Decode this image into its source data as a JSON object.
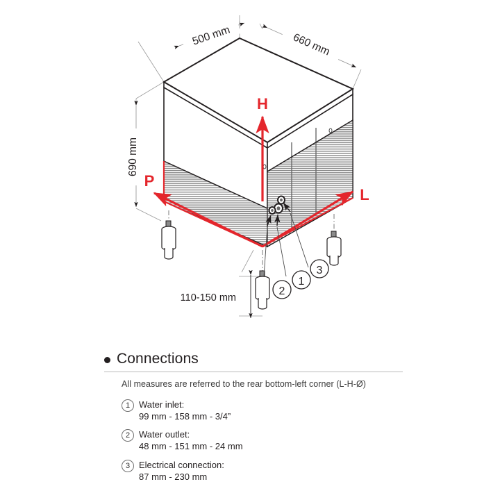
{
  "document": {
    "type": "technical-dimension-drawing",
    "subject": "ice machine isometric view with connection points"
  },
  "colors": {
    "axis_red": "#e4262c",
    "line_black": "#231f20",
    "dimension_gray": "#8a8a8a",
    "rule_gray": "#b9b9b9"
  },
  "dimensions": {
    "depth": "500 mm",
    "width": "660 mm",
    "height": "690 mm",
    "feet_clearance": "110-150 mm"
  },
  "axes": {
    "height_label": "H",
    "length_label": "L",
    "depth_label": "P"
  },
  "callouts": [
    {
      "number": "1"
    },
    {
      "number": "2"
    },
    {
      "number": "3"
    }
  ],
  "legend": {
    "title": "Connections",
    "subtitle": "All measures are referred to the rear bottom-left corner (L-H-Ø)",
    "items": [
      {
        "number": "1",
        "label": "Water inlet:",
        "values": "99 mm  - 158 mm  - 3/4”"
      },
      {
        "number": "2",
        "label": "Water outlet:",
        "values": "48 mm - 151 mm - 24 mm"
      },
      {
        "number": "3",
        "label": "Electrical connection:",
        "values": "87 mm - 230 mm"
      }
    ]
  }
}
